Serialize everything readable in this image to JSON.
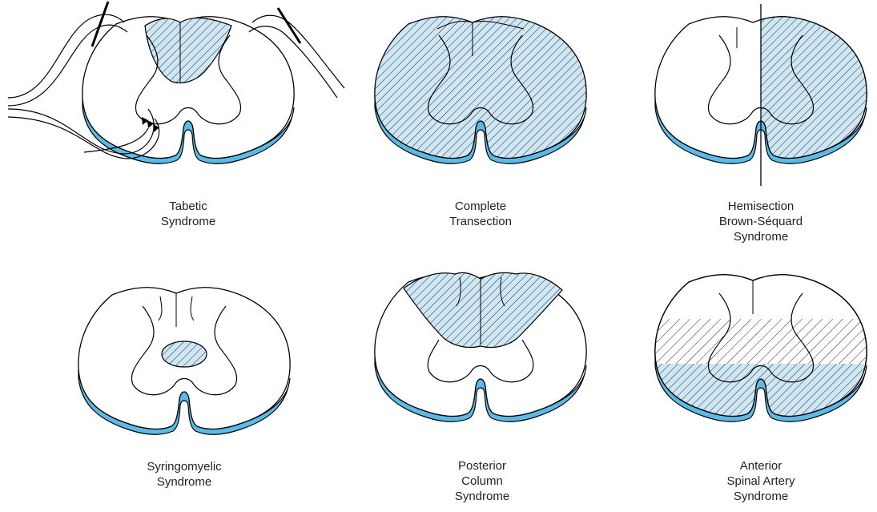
{
  "colors": {
    "hatch_fill": "#cfe7f4",
    "hatch_line": "#1e2a33",
    "membrane": "#5bbbe6",
    "outline": "#000000"
  },
  "panels": [
    {
      "id": "tabetic",
      "label_lines": [
        "Tabetic",
        "Syndrome"
      ]
    },
    {
      "id": "complete",
      "label_lines": [
        "Complete",
        "Transection"
      ]
    },
    {
      "id": "hemisection",
      "label_lines": [
        "Hemisection",
        "Brown-Séquard",
        "Syndrome"
      ]
    },
    {
      "id": "syringomyelic",
      "label_lines": [
        "Syringomyelic",
        "Syndrome"
      ]
    },
    {
      "id": "posterior",
      "label_lines": [
        "Posterior",
        "Column",
        "Syndrome"
      ]
    },
    {
      "id": "anterior",
      "label_lines": [
        "Anterior",
        "Spinal Artery",
        "Syndrome"
      ]
    }
  ]
}
